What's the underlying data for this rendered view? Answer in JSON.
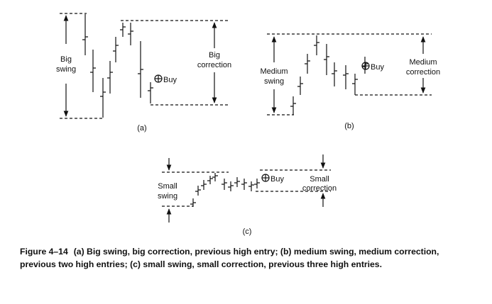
{
  "panels": [
    {
      "id": "a",
      "label": "(a)",
      "swing_label": [
        "Big",
        "swing"
      ],
      "correction_label": [
        "Big",
        "correction"
      ],
      "buy_label": "Buy"
    },
    {
      "id": "b",
      "label": "(b)",
      "swing_label": [
        "Medium",
        "swing"
      ],
      "correction_label": [
        "Medium",
        "correction"
      ],
      "buy_label": "Buy"
    },
    {
      "id": "c",
      "label": "(c)",
      "swing_label": [
        "Small",
        "swing"
      ],
      "correction_label": [
        "Small",
        "correction"
      ],
      "buy_label": "Buy"
    }
  ],
  "caption": {
    "number": "Figure 4–14",
    "text": "(a) Big swing, big correction, previous high entry; (b) medium swing, medium correction, previous two high entries; (c) small swing, small correction, previous three high entries."
  },
  "colors": {
    "ink": "#111111",
    "background": "#ffffff"
  }
}
